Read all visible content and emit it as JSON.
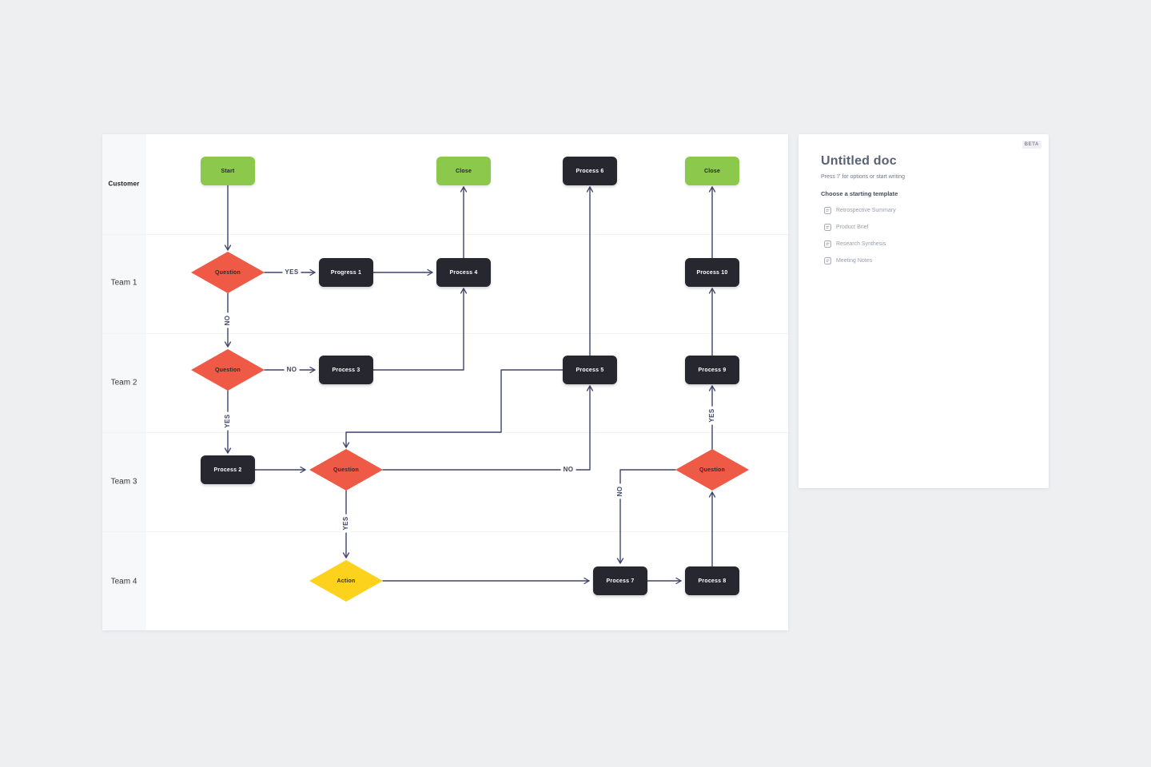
{
  "diagram": {
    "lanes": [
      {
        "label": "Customer"
      },
      {
        "label": "Team 1"
      },
      {
        "label": "Team 2"
      },
      {
        "label": "Team 3"
      },
      {
        "label": "Team 4"
      }
    ],
    "nodes": [
      {
        "id": "start",
        "type": "start",
        "label": "Start"
      },
      {
        "id": "close-1",
        "type": "end",
        "label": "Close"
      },
      {
        "id": "process-6",
        "type": "process",
        "label": "Process 6"
      },
      {
        "id": "close-2",
        "type": "end",
        "label": "Close"
      },
      {
        "id": "question-1",
        "type": "decision",
        "label": "Question"
      },
      {
        "id": "progress-1",
        "type": "process",
        "label": "Progress 1"
      },
      {
        "id": "process-4",
        "type": "process",
        "label": "Process 4"
      },
      {
        "id": "process-10",
        "type": "process",
        "label": "Process 10"
      },
      {
        "id": "question-2",
        "type": "decision",
        "label": "Question"
      },
      {
        "id": "process-3",
        "type": "process",
        "label": "Process 3"
      },
      {
        "id": "process-5",
        "type": "process",
        "label": "Process 5"
      },
      {
        "id": "process-9",
        "type": "process",
        "label": "Process 9"
      },
      {
        "id": "process-2",
        "type": "process",
        "label": "Process 2"
      },
      {
        "id": "question-3",
        "type": "decision",
        "label": "Question"
      },
      {
        "id": "question-4",
        "type": "decision",
        "label": "Question"
      },
      {
        "id": "action",
        "type": "action",
        "label": "Action"
      },
      {
        "id": "process-7",
        "type": "process",
        "label": "Process 7"
      },
      {
        "id": "process-8",
        "type": "process",
        "label": "Process 8"
      }
    ],
    "edge_labels": [
      {
        "text": "YES"
      },
      {
        "text": "NO"
      },
      {
        "text": "NO"
      },
      {
        "text": "YES"
      },
      {
        "text": "NO"
      },
      {
        "text": "YES"
      },
      {
        "text": "NO"
      },
      {
        "text": "YES"
      }
    ],
    "colors": {
      "terminal_green": "#8cc84b",
      "process_dark": "#26272f",
      "decision_red": "#ee5a45",
      "action_yellow": "#fcd21c",
      "connector": "#3e4368"
    }
  },
  "panel": {
    "beta_label": "BETA",
    "title": "Untitled doc",
    "hint": "Press '/' for options or start writing",
    "templates_heading": "Choose a starting template",
    "templates": [
      {
        "label": "Retrospective Summary"
      },
      {
        "label": "Product Brief"
      },
      {
        "label": "Research Synthesis"
      },
      {
        "label": "Meeting Notes"
      }
    ]
  }
}
